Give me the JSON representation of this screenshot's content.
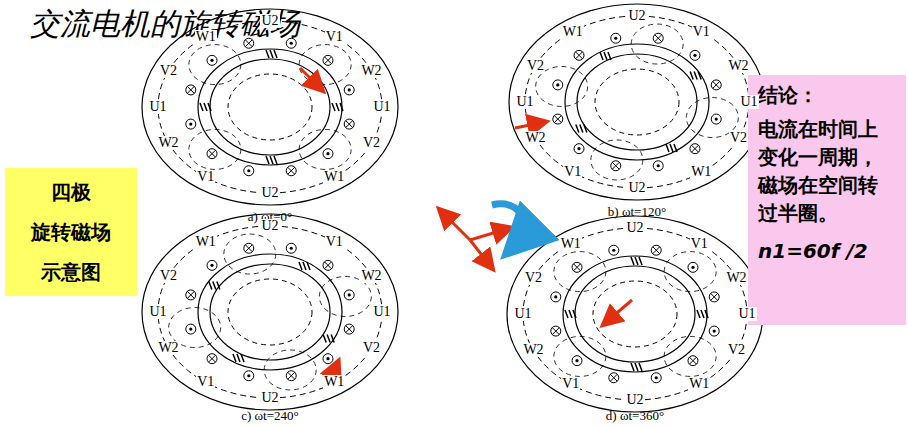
{
  "diagram": {
    "title": "交流电机的旋转磁场",
    "nodes": [
      {
        "text": [
          "四极 旋转磁场 示意图"
        ]
      },
      {
        "text": [
          "结论：",
          "电流在时间上变化一周期，磁场在空间转过半圈。",
          "n1=60f /2"
        ]
      }
    ],
    "labels": [
      "U2",
      "V1",
      "W2",
      "U1",
      "V2",
      "W1",
      "U2",
      "V1",
      "W2",
      "U1",
      "V2",
      "W1",
      "a) ωt=0°",
      "U2",
      "V1",
      "W2",
      "U1",
      "V2",
      "W1",
      "U2",
      "V1",
      "W2",
      "U1",
      "V2",
      "W1",
      "b) ωt=120°",
      "U2",
      "V1",
      "W2",
      "U1",
      "V2",
      "W1",
      "U2",
      "V1",
      "W2",
      "U1",
      "V2",
      "W1",
      "c) ωt=240°",
      "U2",
      "V1",
      "W2",
      "U1",
      "V2",
      "W1",
      "U2",
      "V1",
      "W2",
      "U1",
      "V2",
      "W1",
      "d) ωt=360°"
    ]
  }
}
